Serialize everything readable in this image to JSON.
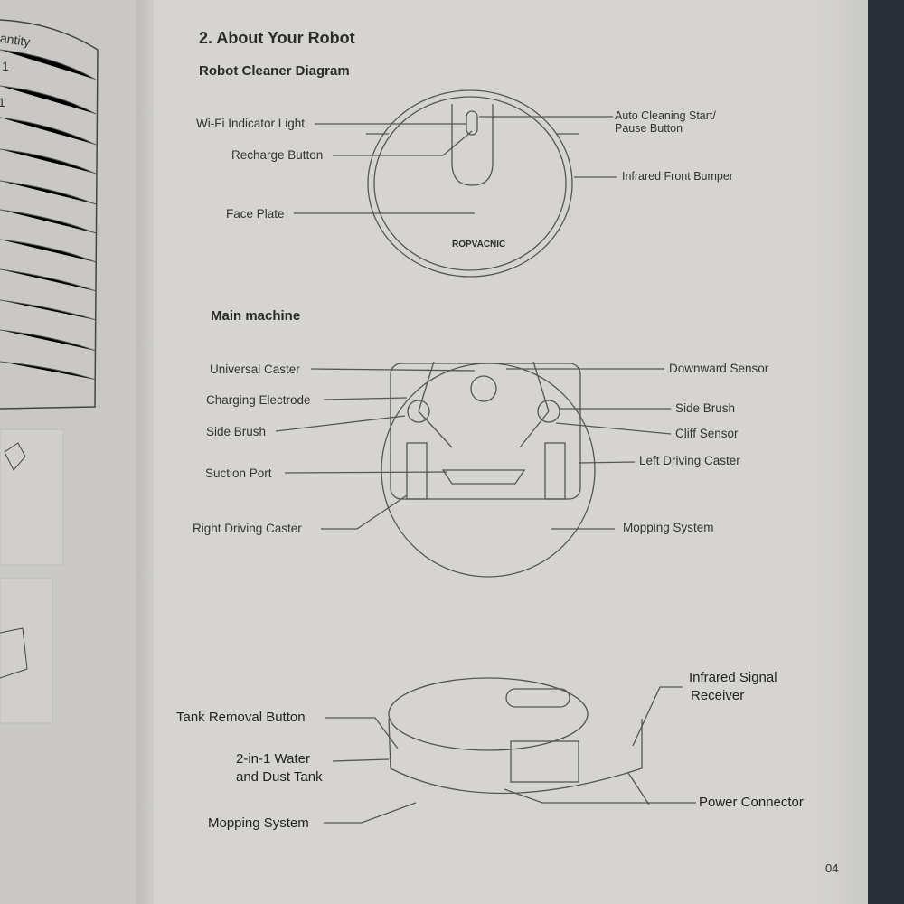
{
  "left_page": {
    "table_header": "antity",
    "rows": [
      "1",
      "1"
    ]
  },
  "section_title": "2. About Your Robot",
  "diagram1": {
    "title": "Robot Cleaner Diagram",
    "brand": "ROPVACNIC",
    "labels": [
      "Wi-Fi Indicator Light",
      "Recharge Button",
      "Face Plate",
      "Auto Cleaning Start/",
      "Pause Button",
      "Infrared Front Bumper"
    ]
  },
  "diagram2": {
    "title": "Main machine",
    "labels_left": [
      "Universal Caster",
      "Charging Electrode",
      "Side Brush",
      "Suction Port",
      "Right Driving Caster"
    ],
    "labels_right": [
      "Downward Sensor",
      "Side Brush",
      "Cliff Sensor",
      "Left Driving Caster",
      "Mopping System"
    ]
  },
  "diagram3": {
    "labels_left": [
      "Tank Removal Button",
      "2-in-1 Water",
      "and Dust Tank",
      "Mopping System"
    ],
    "labels_right": [
      "Infrared Signal",
      "Receiver",
      "Power Connector"
    ]
  },
  "page_number": "04"
}
